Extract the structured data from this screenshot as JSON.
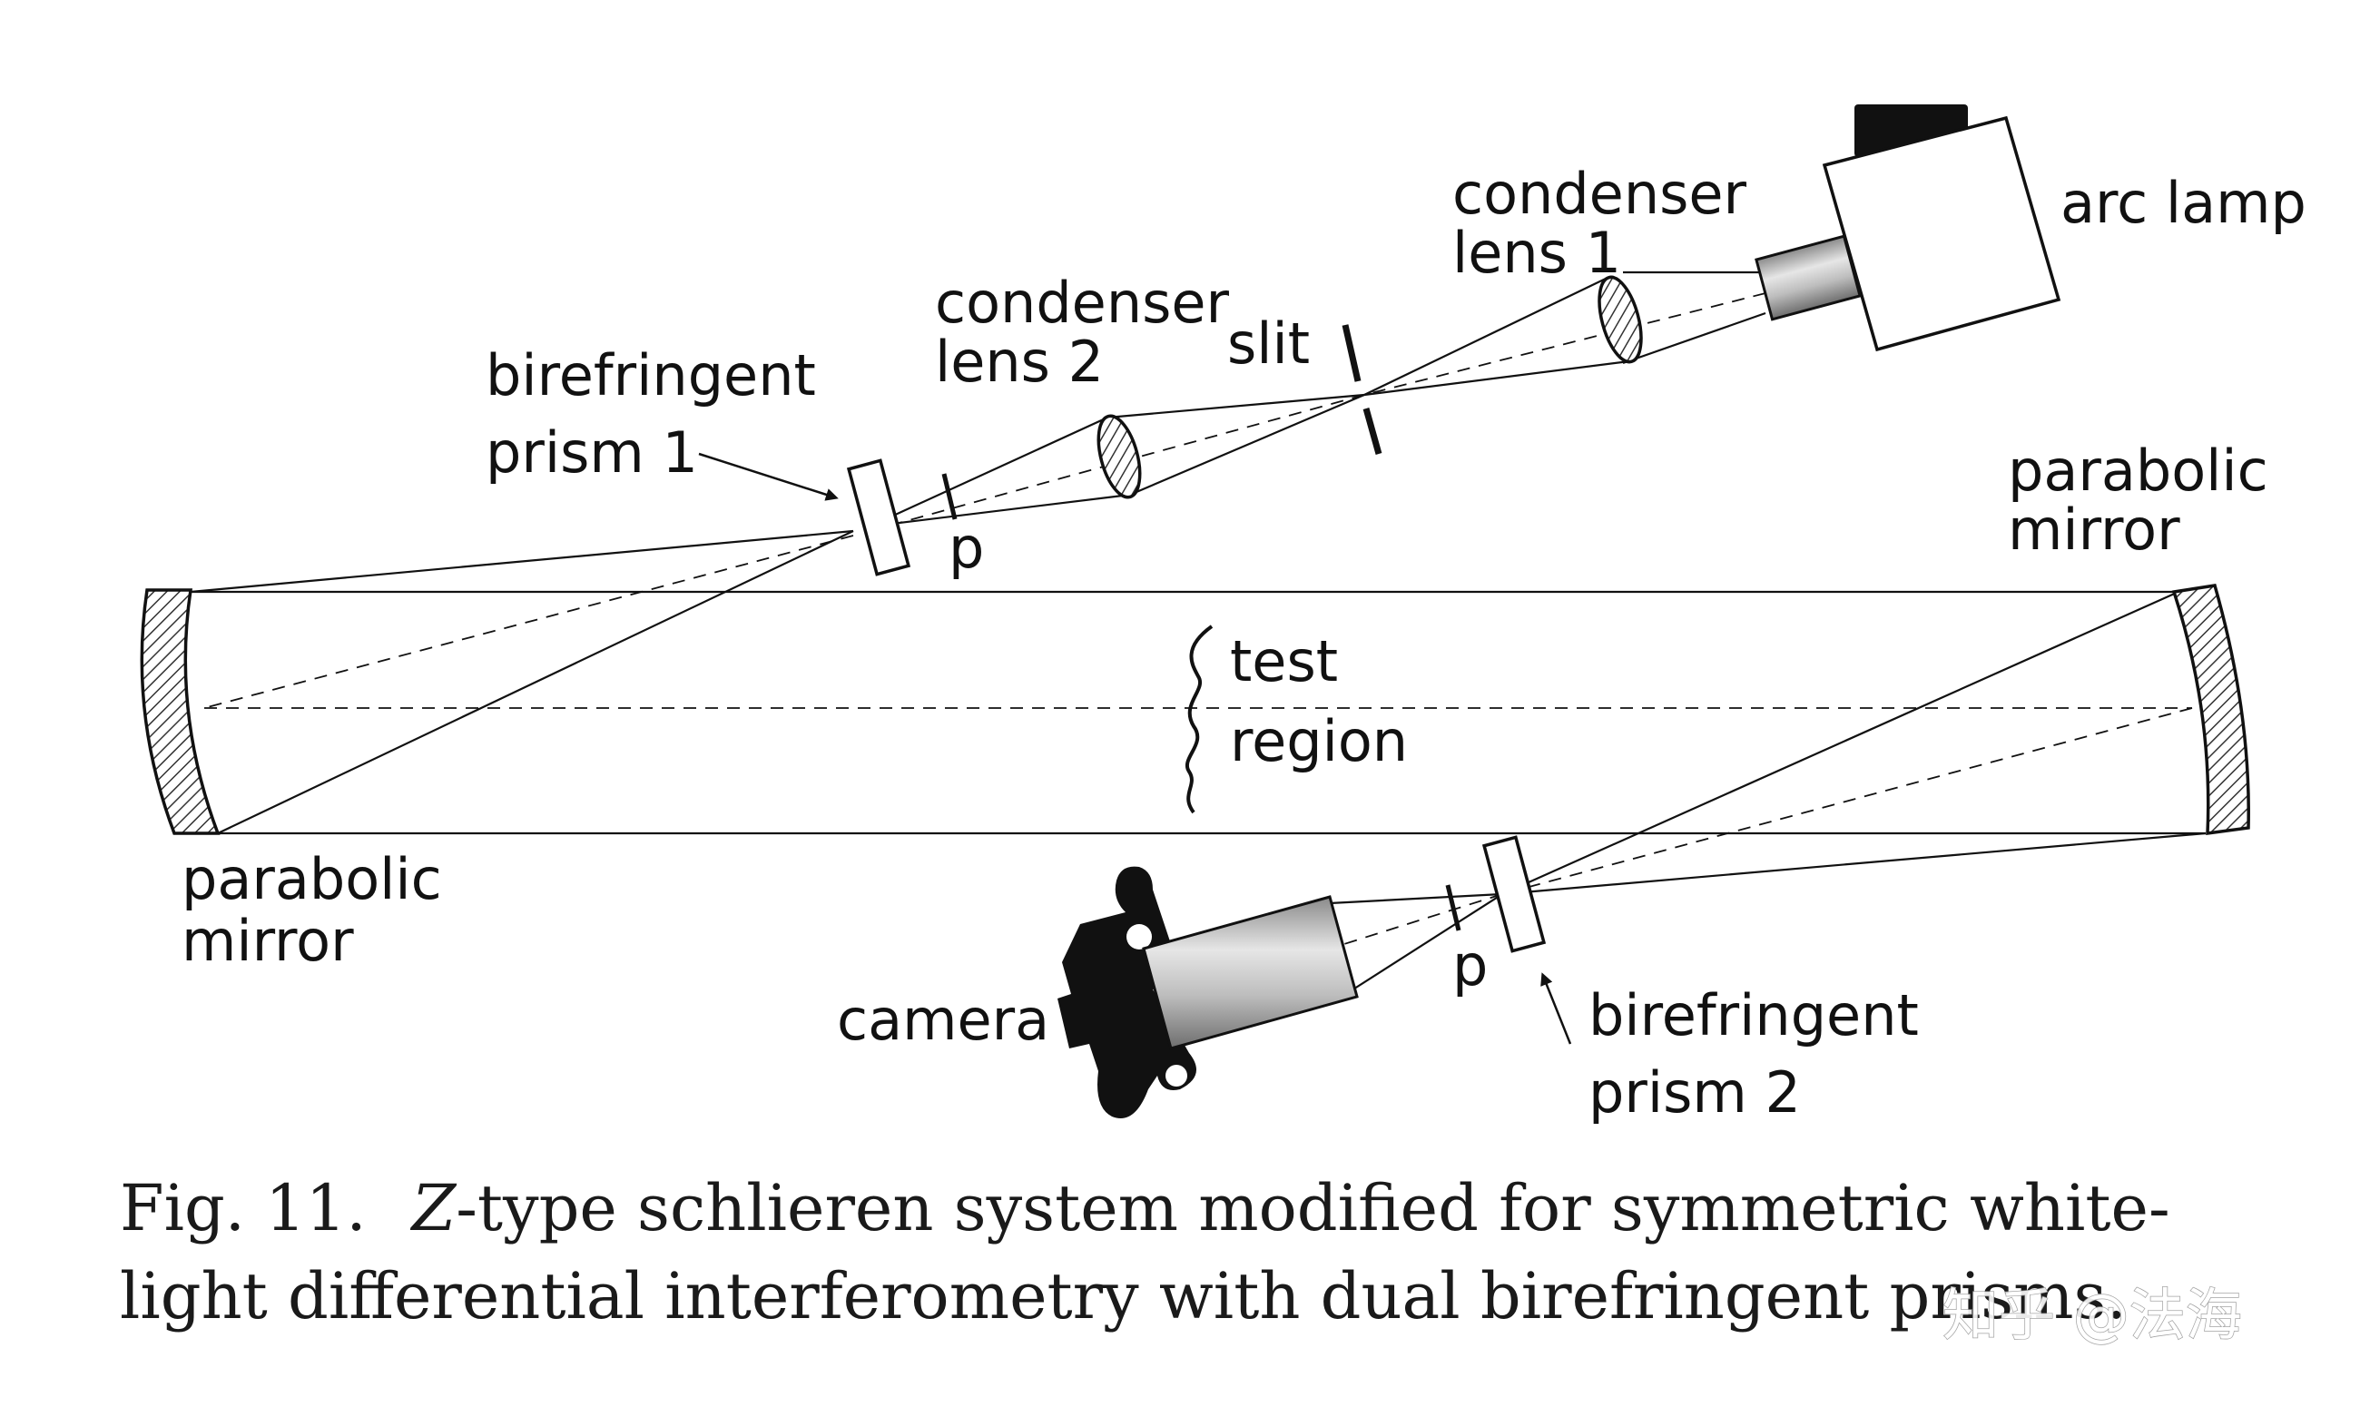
{
  "labels": {
    "arc_lamp": "arc lamp",
    "condenser_lens_1_line1": "condenser",
    "condenser_lens_1_line2": "lens 1",
    "slit": "slit",
    "condenser_lens_2_line1": "condenser",
    "condenser_lens_2_line2": "lens 2",
    "prism_1_line1": "birefringent",
    "prism_1_line2": "prism 1",
    "polarizer_top": "p",
    "mirror_right_line1": "parabolic",
    "mirror_right_line2": "mirror",
    "test_line1": "test",
    "test_line2": "region",
    "mirror_left_line1": "parabolic",
    "mirror_left_line2": "mirror",
    "camera": "camera",
    "polarizer_bottom": "p",
    "prism_2_line1": "birefringent",
    "prism_2_line2": "prism 2"
  },
  "caption": {
    "prefix": "Fig. 11.",
    "z": "Z",
    "line1_rest": "-type schlieren system modified for symmetric white-",
    "line2": "light differential interferometry with dual birefringent prisms."
  },
  "watermark": "知乎 @法海",
  "colors": {
    "ink": "#111111",
    "hatch": "#444444",
    "lens_body": "#9a9a9a"
  }
}
